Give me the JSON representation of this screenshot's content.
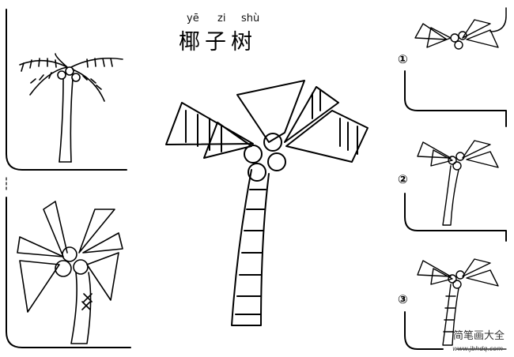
{
  "title": {
    "pinyin": [
      "yē",
      "zi",
      "shù"
    ],
    "hanzi": "椰子树"
  },
  "steps": [
    "①",
    "②",
    "③"
  ],
  "watermark": {
    "text": "简笔画大全",
    "url": "www.jbhdq.com"
  }
}
